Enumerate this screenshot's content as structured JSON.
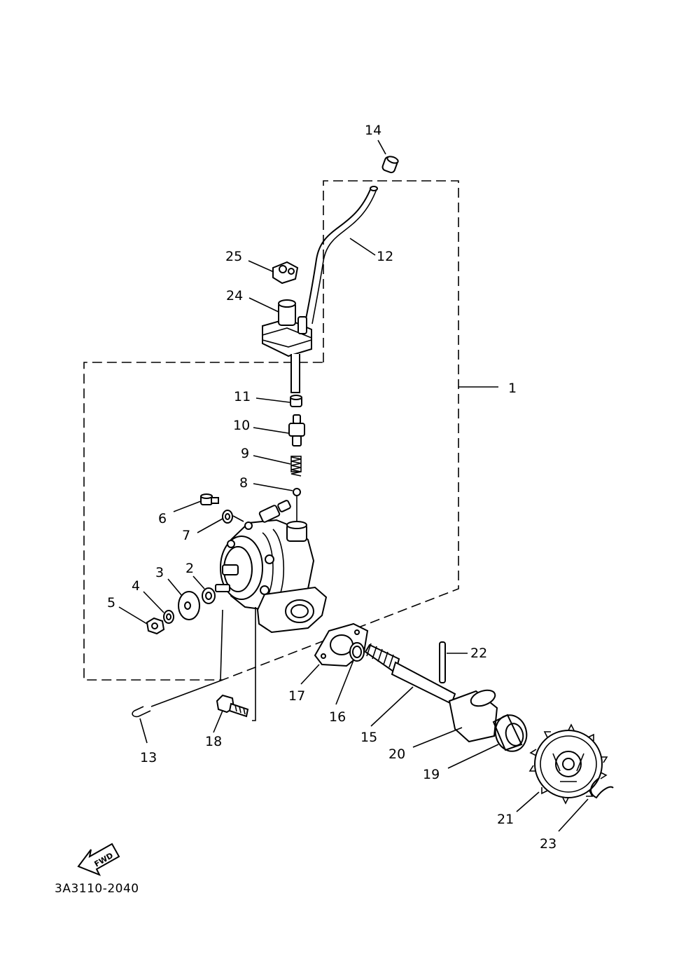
{
  "diagram": {
    "labels": {
      "p1": "1",
      "p2": "2",
      "p3": "3",
      "p4": "4",
      "p5": "5",
      "p6": "6",
      "p7": "7",
      "p8": "8",
      "p9": "9",
      "p10": "10",
      "p11": "11",
      "p12": "12",
      "p13": "13",
      "p14": "14",
      "p15": "15",
      "p16": "16",
      "p17": "17",
      "p18": "18",
      "p19": "19",
      "p20": "20",
      "p21": "21",
      "p22": "22",
      "p23": "23",
      "p24": "24",
      "p25": "25"
    },
    "fwd_text": "FWD",
    "drawing_code": "3A3110-2040"
  }
}
